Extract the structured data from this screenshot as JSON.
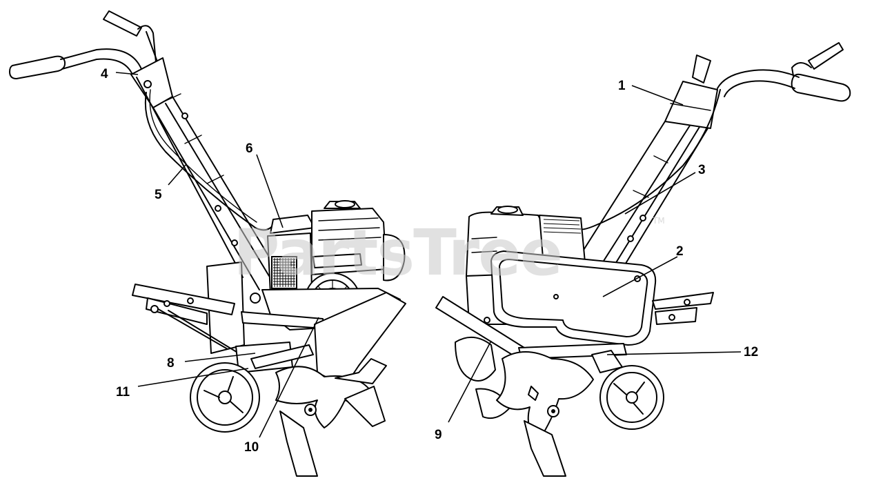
{
  "watermark": {
    "text": "PartsTree",
    "trademark": "TM"
  },
  "callouts": {
    "c1": "1",
    "c2": "2",
    "c3": "3",
    "c4": "4",
    "c5": "5",
    "c6": "6",
    "c8": "8",
    "c9": "9",
    "c10": "10",
    "c11": "11",
    "c12": "12"
  }
}
